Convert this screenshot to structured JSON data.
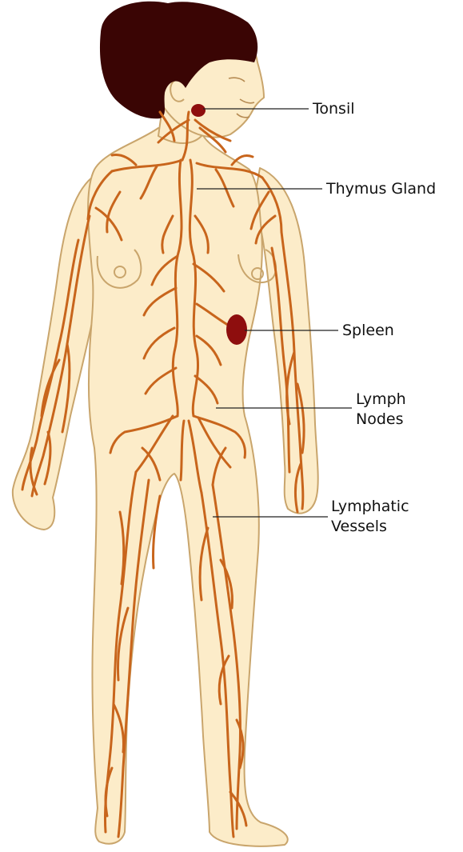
{
  "colors": {
    "skin": "#fcecc9",
    "outline": "#c9a56c",
    "hair": "#3a0504",
    "vessel": "#c8651c",
    "organ": "#8e0e0e",
    "leader": "#222222"
  },
  "labels": {
    "tonsil": "Tonsil",
    "thymus": "Thymus Gland",
    "spleen": "Spleen",
    "lymph_nodes_line1": "Lymph",
    "lymph_nodes_line2": "Nodes",
    "vessels_line1": "Lymphatic",
    "vessels_line2": "Vessels"
  }
}
